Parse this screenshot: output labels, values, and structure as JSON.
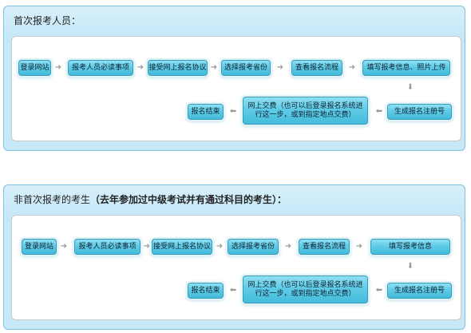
{
  "section1": {
    "title": "首次报考人员：",
    "steps": [
      "登录网站",
      "报考人员必读事项",
      "接受网上报名协议",
      "选择报考省份",
      "查看报名流程",
      "填写报考信息、照片上传",
      "生成报名注册号",
      "网上交费（也可以后登录报名系统进行这一步，或到指定地点交费）",
      "报名结束"
    ]
  },
  "section2": {
    "title": "非首次报考的考生",
    "title_note": "（去年参加过中级考试并有通过科目的考生）：",
    "steps": [
      "登录网站",
      "报考人员必读事项",
      "接受网上报名协议",
      "选择报考省份",
      "查看报名流程",
      "填写报考信息",
      "生成报名注册号",
      "网上交费（也可以后登录报名系统进行这一步，或到指定地点交费）",
      "报名结束"
    ]
  },
  "icons": {
    "right": "arrow-right-icon",
    "down": "arrow-down-icon",
    "left": "arrow-left-icon"
  }
}
